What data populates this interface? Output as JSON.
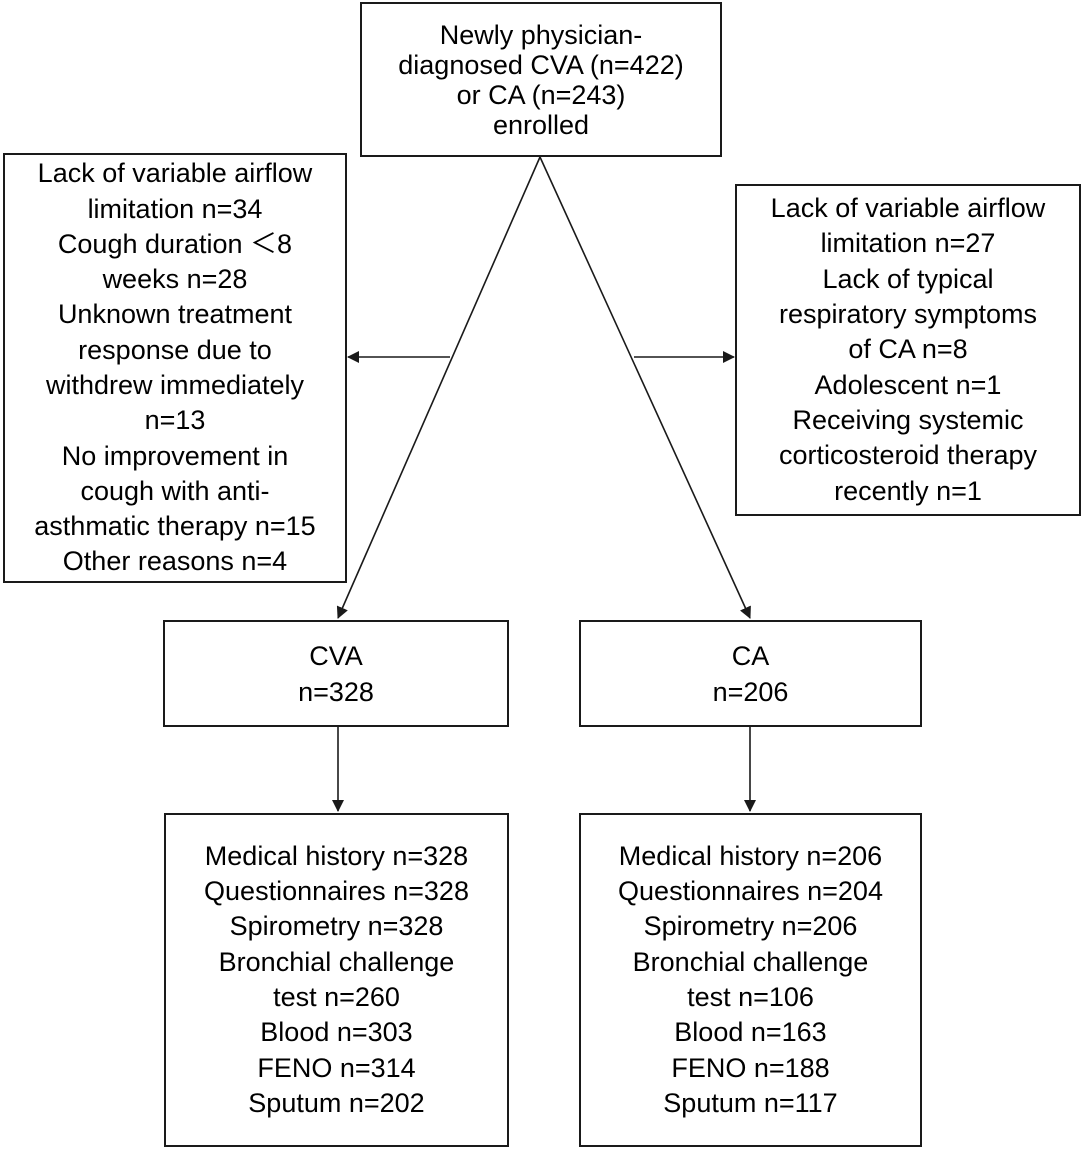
{
  "enrolled": {
    "lines": [
      "Newly physician-",
      "diagnosed CVA (n=422)",
      "or CA (n=243)",
      "enrolled"
    ]
  },
  "excluded_cva": {
    "lines": [
      "Lack of variable airflow",
      "limitation n=34",
      "Cough duration ＜8",
      "weeks n=28",
      "Unknown treatment",
      "response due to",
      "withdrew immediately",
      "n=13",
      "No improvement in",
      "cough with anti-",
      "asthmatic therapy n=15",
      "Other reasons n=4"
    ]
  },
  "excluded_ca": {
    "lines": [
      "Lack of variable airflow",
      "limitation n=27",
      "Lack of typical",
      "respiratory symptoms",
      "of CA n=8",
      "Adolescent n=1",
      "Receiving systemic",
      "corticosteroid therapy",
      "recently n=1"
    ]
  },
  "cva_group": {
    "lines": [
      "CVA",
      "n=328"
    ]
  },
  "ca_group": {
    "lines": [
      "CA",
      "n=206"
    ]
  },
  "cva_assessments": {
    "lines": [
      "Medical history n=328",
      "Questionnaires n=328",
      "Spirometry n=328",
      "Bronchial challenge",
      "test n=260",
      "Blood n=303",
      "FENO n=314",
      "Sputum n=202"
    ]
  },
  "ca_assessments": {
    "lines": [
      "Medical history n=206",
      "Questionnaires n=204",
      "Spirometry n=206",
      "Bronchial challenge",
      "test n=106",
      "Blood n=163",
      "FENO n=188",
      "Sputum n=117"
    ]
  }
}
